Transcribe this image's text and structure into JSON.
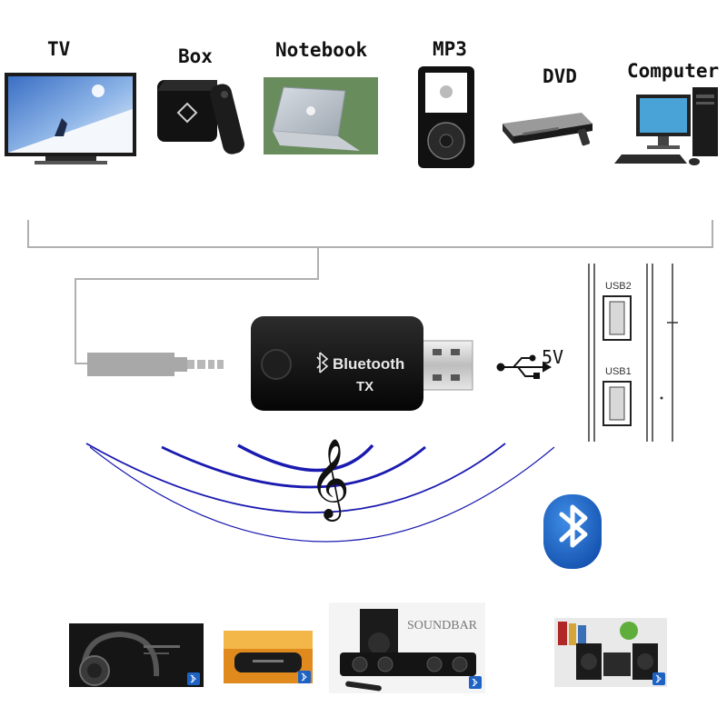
{
  "sources": [
    {
      "label": "TV",
      "icon": "tv-icon"
    },
    {
      "label": "Box",
      "icon": "tv-box-icon"
    },
    {
      "label": "Notebook",
      "icon": "notebook-icon"
    },
    {
      "label": "MP3",
      "icon": "mp3-player-icon"
    },
    {
      "label": "DVD",
      "icon": "dvd-player-icon"
    },
    {
      "label": "Computer",
      "icon": "computer-icon"
    }
  ],
  "device": {
    "brand": "Bluetooth",
    "model": "TX"
  },
  "power": {
    "voltage": "5V",
    "ports": [
      "USB2",
      "USB1"
    ]
  },
  "receivers": {
    "soundbar_label": "SOUNDBAR"
  },
  "colors": {
    "wave_blue": "#1a1ab0",
    "bluetooth_blue": "#1e63c4",
    "connector_gray": "#a8a8a8",
    "line_gray": "#b0b0b0"
  }
}
